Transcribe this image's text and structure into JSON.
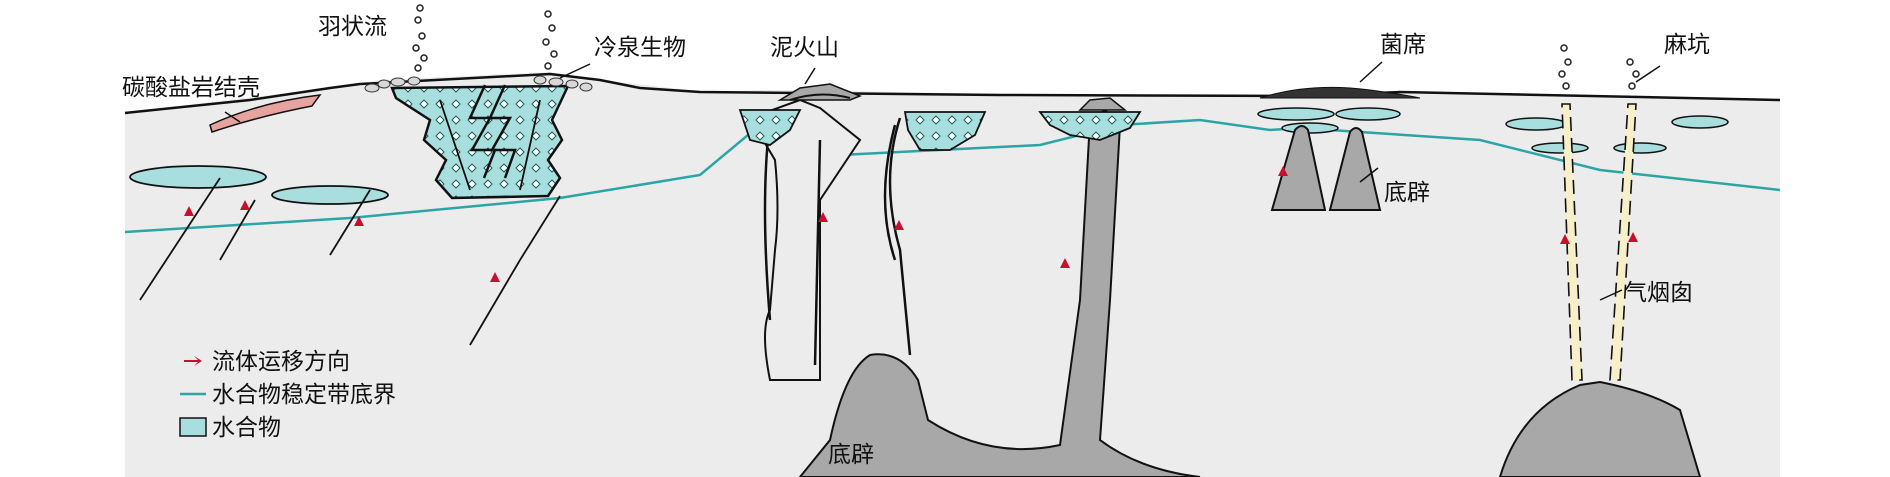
{
  "labels": {
    "carbonate_crust": "碳酸盐岩结壳",
    "plume": "羽状流",
    "cold_seep_biota": "冷泉生物",
    "mud_volcano": "泥火山",
    "bacterial_mat": "菌席",
    "pockmark": "麻坑",
    "diapir_right": "底辟",
    "gas_chimney": "气烟囱",
    "diapir_bottom": "底辟"
  },
  "legend": {
    "items": [
      {
        "symbol": "red-arrow",
        "label": "流体运移方向"
      },
      {
        "symbol": "teal-line",
        "label": "水合物稳定带底界"
      },
      {
        "symbol": "hydrate-box",
        "label": "水合物"
      }
    ]
  },
  "colors": {
    "sediment": "#ececec",
    "hydrate_fill": "#a9dede",
    "hydrate_base": "#2ba5a5",
    "diapir": "#a8a8a8",
    "arrow": "#c8102e",
    "crust": "#e7a3a0",
    "mat": "#333333",
    "chimney": "#f6efc8",
    "outline": "#111111"
  }
}
